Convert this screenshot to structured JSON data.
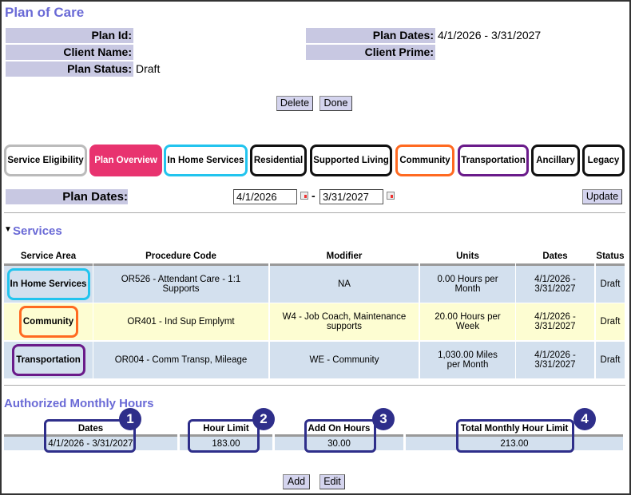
{
  "title": "Plan of Care",
  "info": {
    "plan_id_label": "Plan Id:",
    "plan_id": "",
    "client_name_label": "Client Name:",
    "client_name": "",
    "plan_status_label": "Plan Status:",
    "plan_status": "Draft",
    "plan_dates_label": "Plan Dates:",
    "plan_dates": "4/1/2026 - 3/31/2027",
    "client_prime_label": "Client Prime:",
    "client_prime": ""
  },
  "buttons": {
    "delete": "Delete",
    "done": "Done",
    "update": "Update",
    "add": "Add",
    "edit": "Edit"
  },
  "tabs": [
    {
      "label": "Service Eligibility",
      "color": "#bbbbbb"
    },
    {
      "label": "Plan Overview",
      "color": "#e8336f",
      "active": true
    },
    {
      "label": "In Home Services",
      "color": "#22c4ee"
    },
    {
      "label": "Residential",
      "color": "#111111"
    },
    {
      "label": "Supported Living",
      "color": "#111111"
    },
    {
      "label": "Community",
      "color": "#ff6a21"
    },
    {
      "label": "Transportation",
      "color": "#6a1b8a"
    },
    {
      "label": "Ancillary",
      "color": "#111111"
    },
    {
      "label": "Legacy",
      "color": "#111111"
    }
  ],
  "date_filter": {
    "label": "Plan Dates:",
    "start": "4/1/2026",
    "separator": "-",
    "end": "3/31/2027"
  },
  "services": {
    "title": "Services",
    "columns": [
      "Service Area",
      "Procedure Code",
      "Modifier",
      "Units",
      "Dates",
      "Status"
    ],
    "rows": [
      {
        "area": "In Home Services",
        "code": "OR526 - Attendant Care - 1:1 Supports",
        "modifier": "NA",
        "units": "0.00 Hours per Month",
        "dates": "4/1/2026 - 3/31/2027",
        "status": "Draft",
        "color": "#22c4ee",
        "bg": "#d3e0ee"
      },
      {
        "area": "Community",
        "code": "OR401 - Ind Sup Emplymt",
        "modifier": "W4 - Job Coach, Maintenance supports",
        "units": "20.00 Hours per Week",
        "dates": "4/1/2026 - 3/31/2027",
        "status": "Draft",
        "color": "#ff6a21",
        "bg": "#fdfdd2"
      },
      {
        "area": "Transportation",
        "code": "OR004 - Comm Transp, Mileage",
        "modifier": "WE - Community",
        "units": "1,030.00 Miles per Month",
        "dates": "4/1/2026 - 3/31/2027",
        "status": "Draft",
        "color": "#6a1b8a",
        "bg": "#d3e0ee"
      }
    ]
  },
  "hours": {
    "title": "Authorized Monthly Hours",
    "columns": [
      "Dates",
      "Hour Limit",
      "Add On Hours",
      "Total Monthly Hour Limit"
    ],
    "row": [
      "4/1/2026 - 3/31/2027",
      "183.00",
      "30.00",
      "213.00"
    ],
    "callouts": [
      "1",
      "2",
      "3",
      "4"
    ]
  }
}
